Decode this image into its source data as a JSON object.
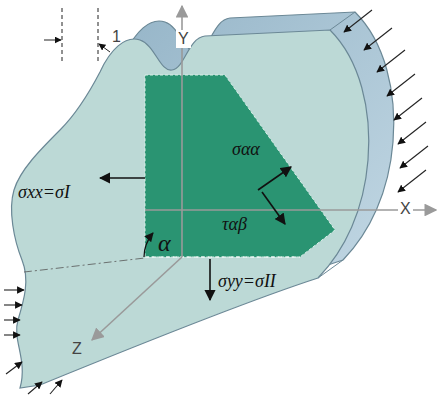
{
  "diagram": {
    "labels": [
      "1",
      "Y",
      "X",
      "Z",
      "σxx=σI",
      "σαα",
      "ταβ",
      "α",
      "σyy=σII"
    ]
  }
}
